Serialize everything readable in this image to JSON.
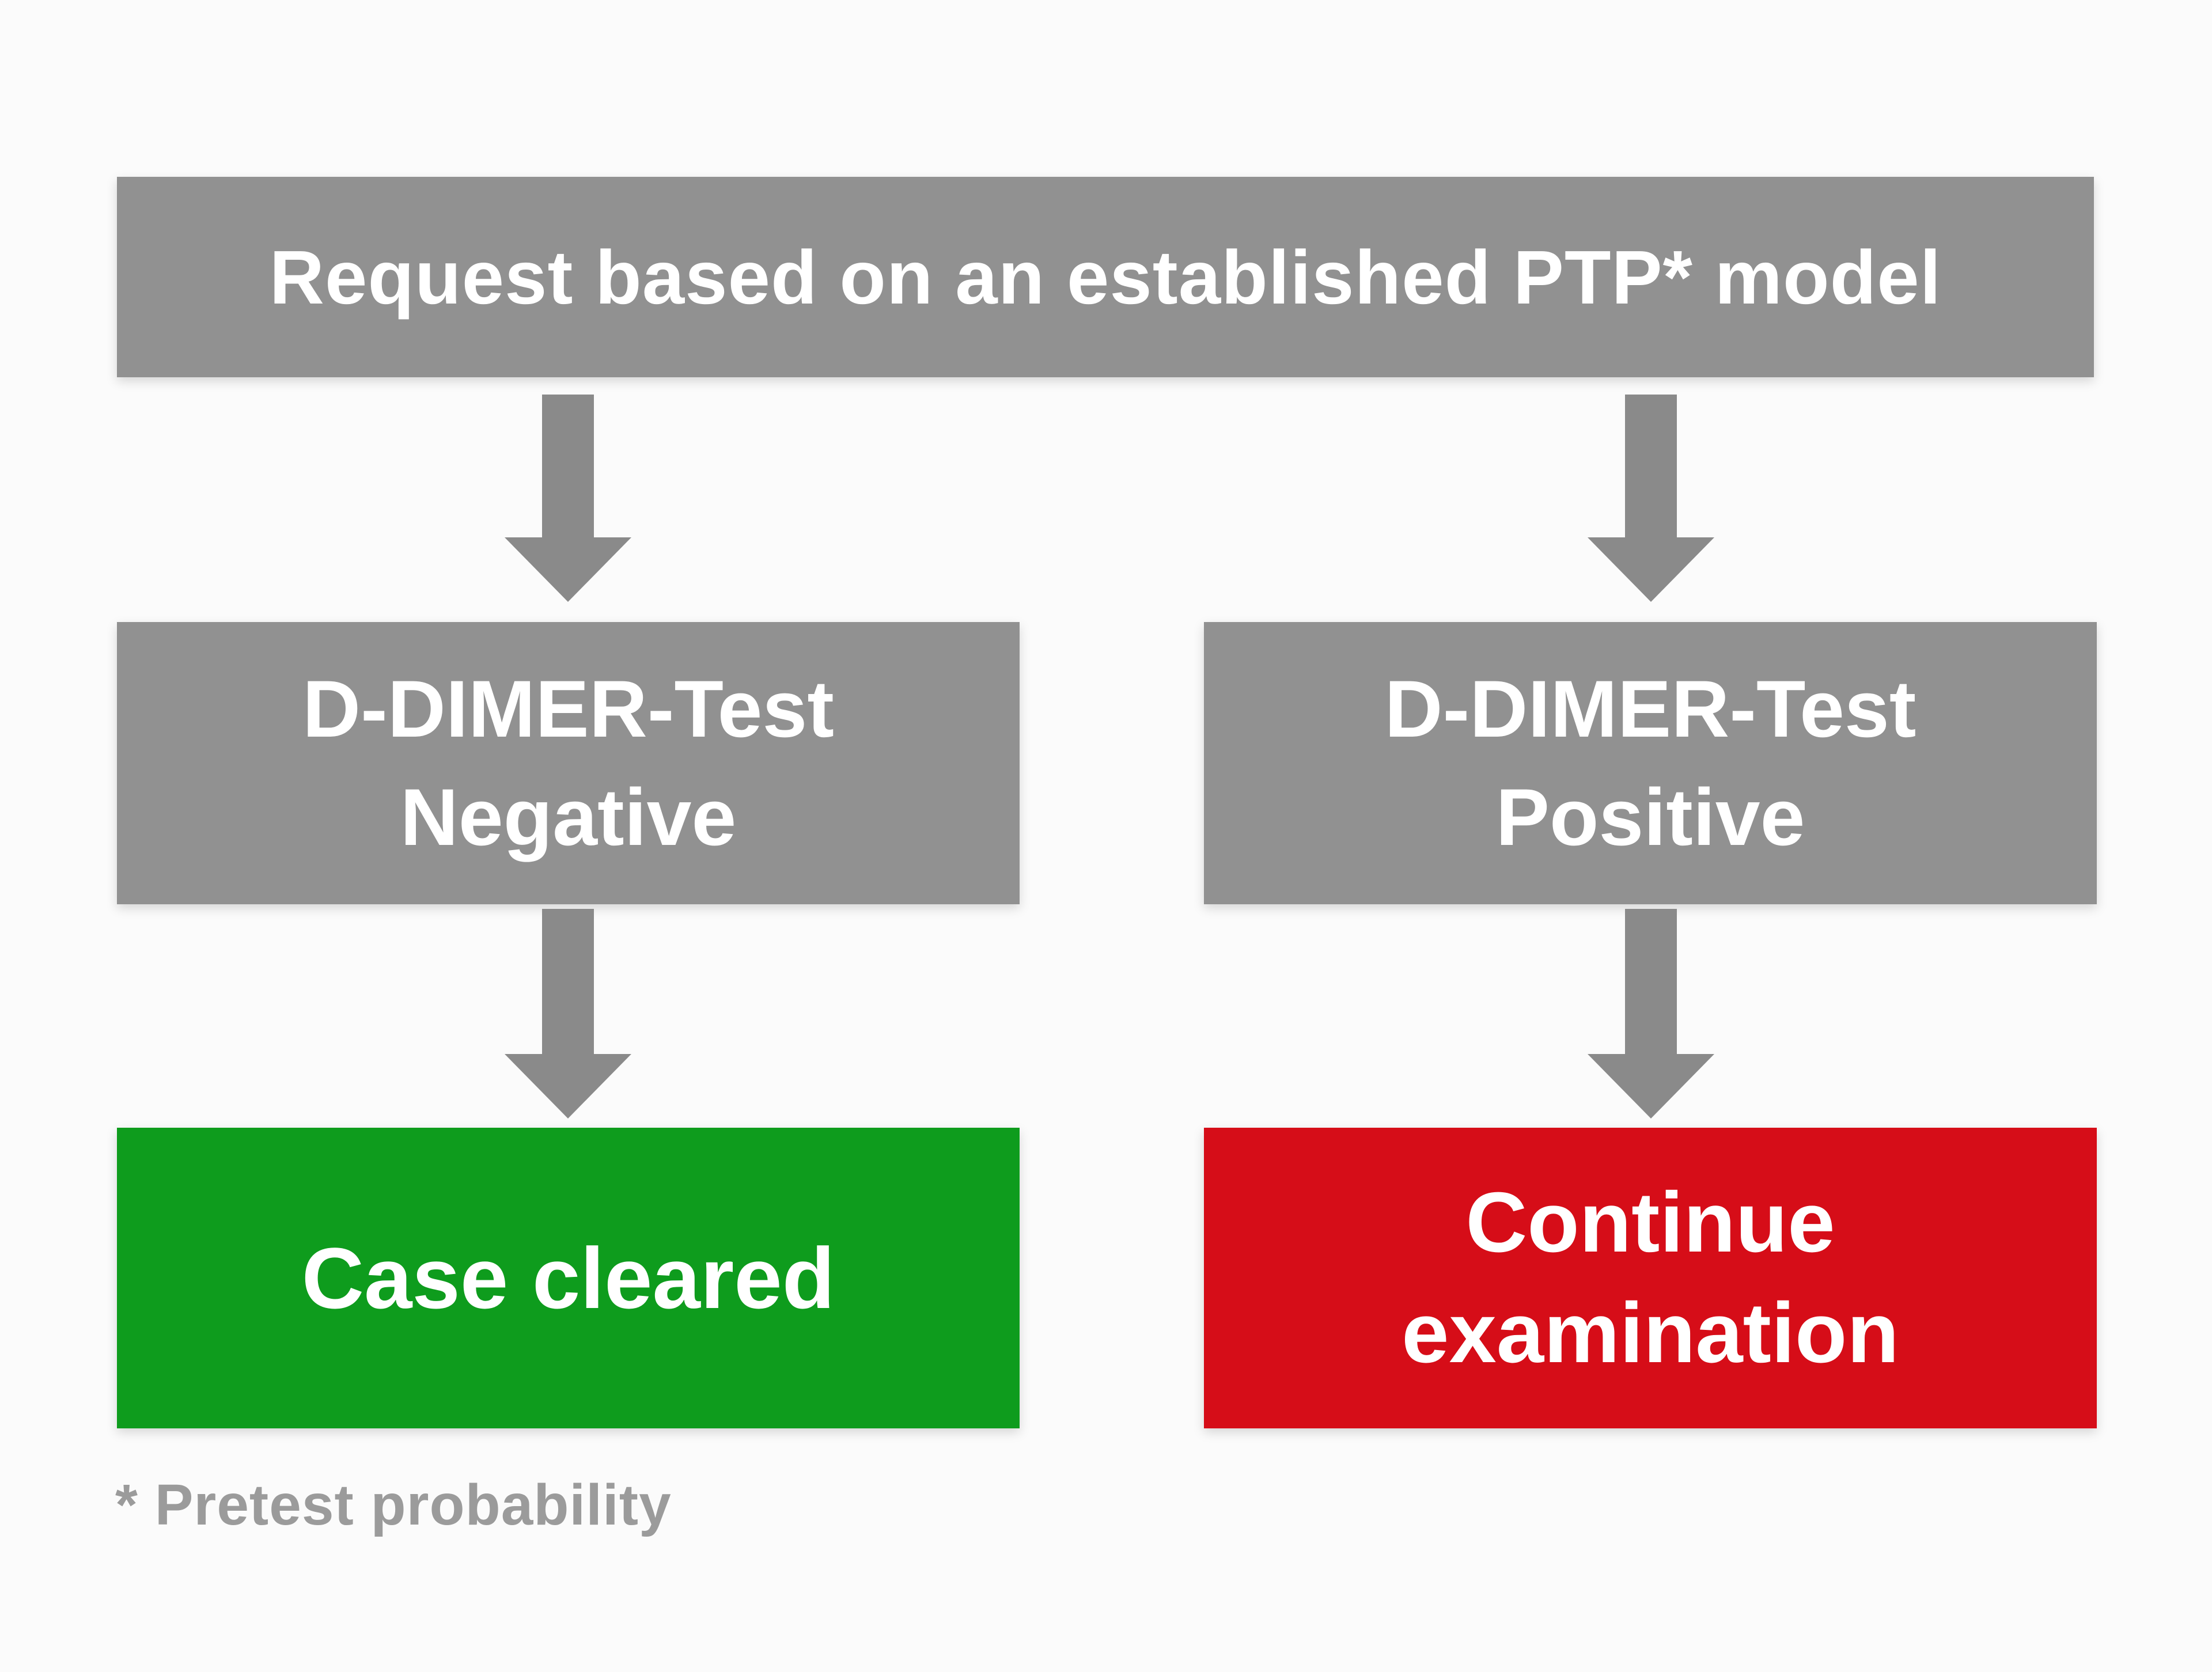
{
  "colors": {
    "background": "#fbfbfb",
    "box_gray": "#919191",
    "arrow_gray": "#8a8a8a",
    "green": "#0e9c1d",
    "red": "#d60d18",
    "box_text": "#ffffff",
    "footnote_gray": "#9b9b9b"
  },
  "nodes": {
    "request": {
      "label": "Request based on an established PTP* model"
    },
    "negative": {
      "line1": "D-DIMER-Test",
      "line2": "Negative"
    },
    "positive": {
      "line1": "D-DIMER-Test",
      "line2": "Positive"
    },
    "cleared": {
      "label": "Case cleared"
    },
    "continue": {
      "line1": "Continue",
      "line2": "examination"
    }
  },
  "footnote": {
    "label": "* Pretest probability"
  }
}
